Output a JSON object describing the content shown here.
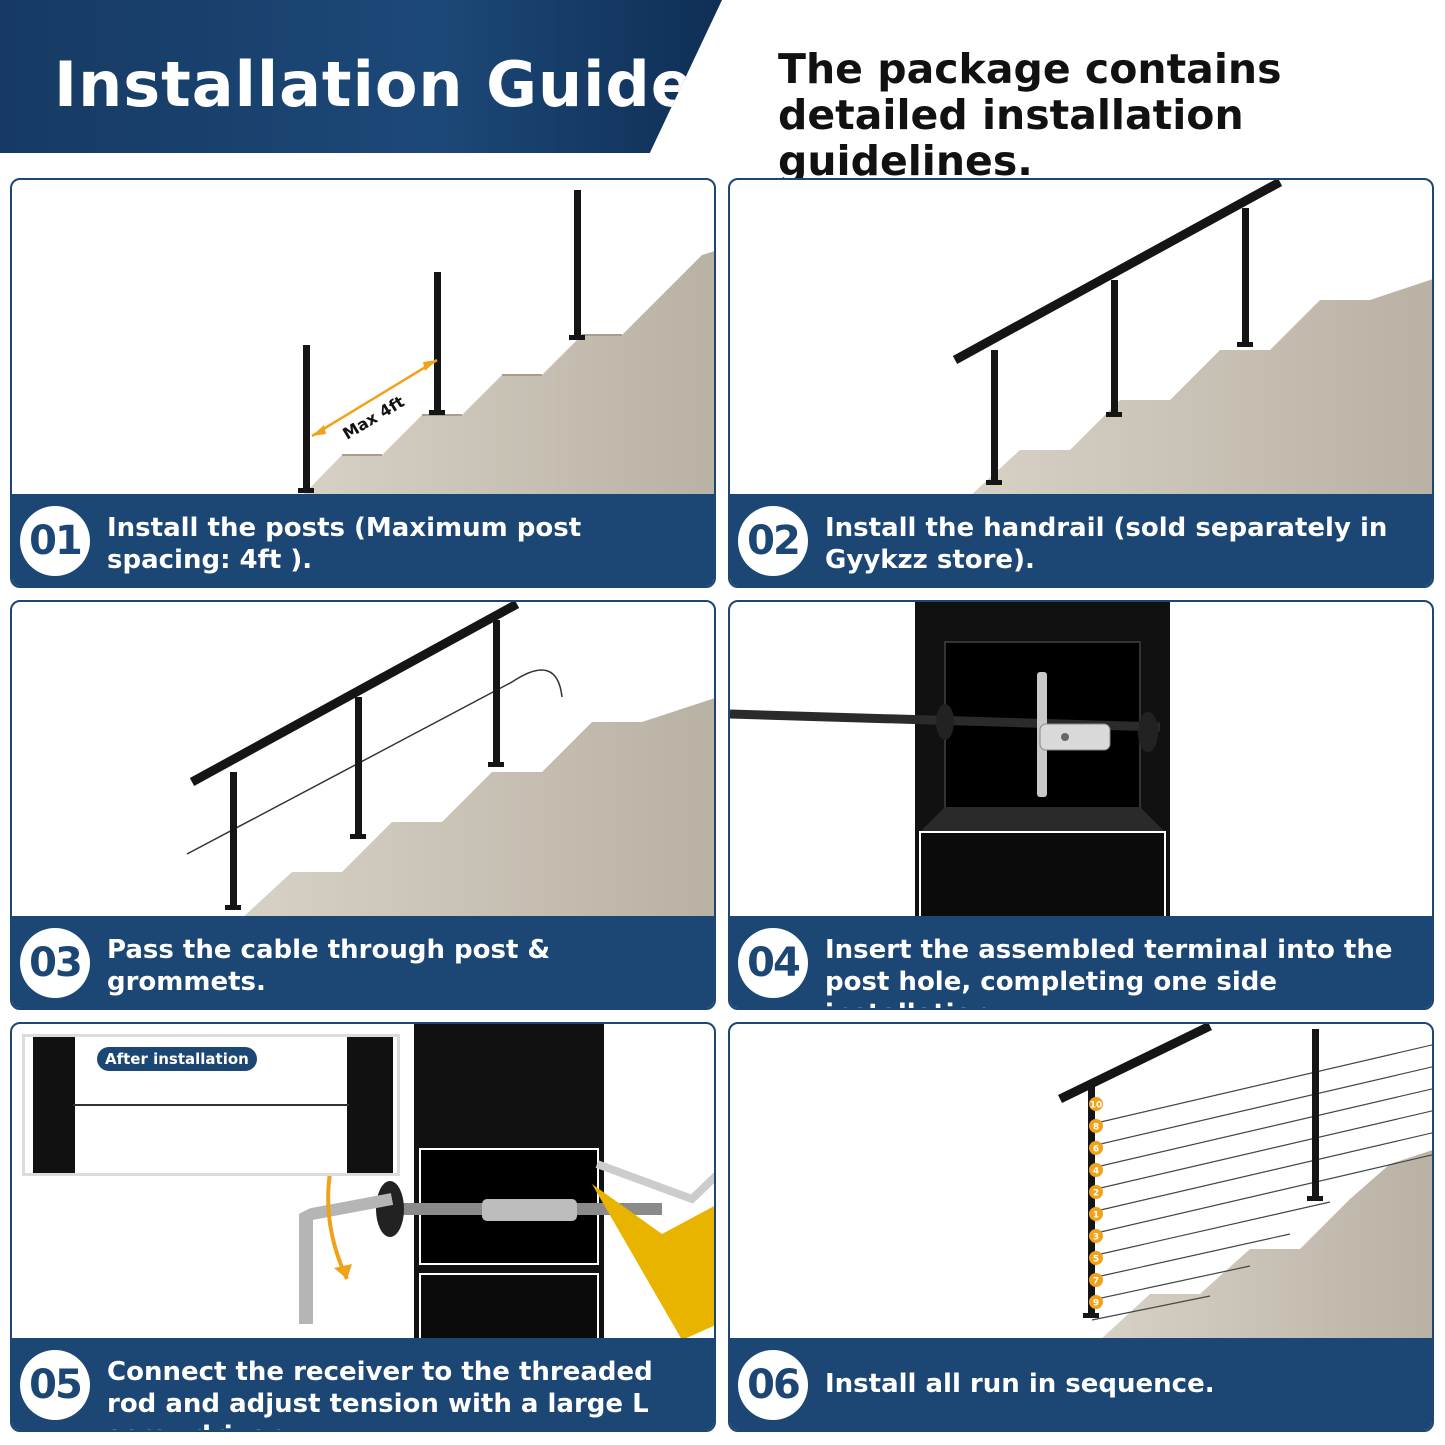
{
  "header": {
    "title": "Installation Guide",
    "note": "The package contains detailed installation guidelines."
  },
  "steps": [
    {
      "number": "01",
      "text": "Install the posts (Maximum post spacing: 4ft )."
    },
    {
      "number": "02",
      "text": "Install the handrail (sold separately in Gyykzz store)."
    },
    {
      "number": "03",
      "text": "Pass the cable through post & grommets."
    },
    {
      "number": "04",
      "text": "Insert the assembled terminal into the post hole, completing one side installation."
    },
    {
      "number": "05",
      "text": "Connect the receiver to the threaded rod and adjust tension with a large L screwdriver."
    },
    {
      "number": "06",
      "text": "Install all run in sequence."
    }
  ],
  "annotations": {
    "max_spacing": "Max 4ft",
    "after_installation": "After installation",
    "cable_order": [
      "10",
      "8",
      "6",
      "4",
      "2",
      "1",
      "3",
      "5",
      "7",
      "9"
    ]
  },
  "colors": {
    "brand_blue": "#1c4674",
    "stair_wood": "#c9c2b6",
    "post_black": "#151515",
    "accent_orange": "#f0a21b"
  }
}
